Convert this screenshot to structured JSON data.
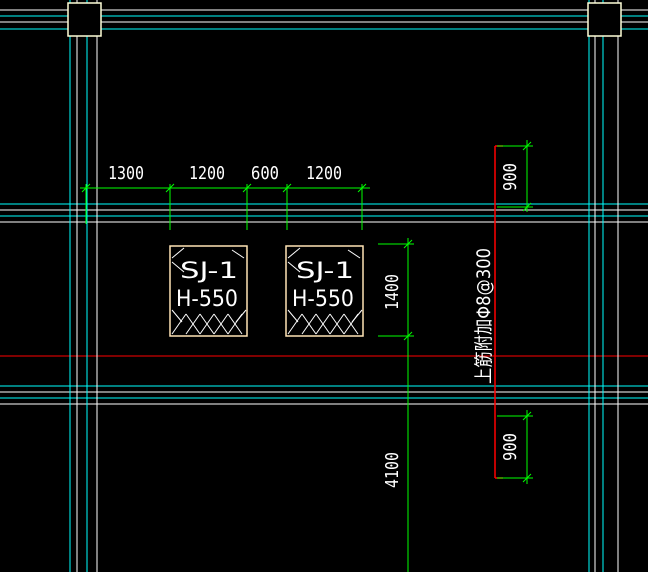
{
  "drawing": {
    "background": "#000000",
    "colors": {
      "axis_cyan": "#00ffff",
      "beam_white": "#ffffff",
      "center_red": "#ff0000",
      "dimension_green": "#00ff00",
      "column_fill": "#ffffd8",
      "opening_outline": "#ffe4b5"
    },
    "horizontal_dimensions": [
      "1300",
      "1200",
      "600",
      "1200"
    ],
    "opening_dimension": "1400",
    "span_dimension": "4100",
    "rebar_dimension_top": "900",
    "rebar_dimension_bottom": "900",
    "rebar_note": "上筋附加Φ8@300",
    "openings": [
      {
        "code": "SJ-1",
        "elevation": "H-550"
      },
      {
        "code": "SJ-1",
        "elevation": "H-550"
      }
    ]
  }
}
